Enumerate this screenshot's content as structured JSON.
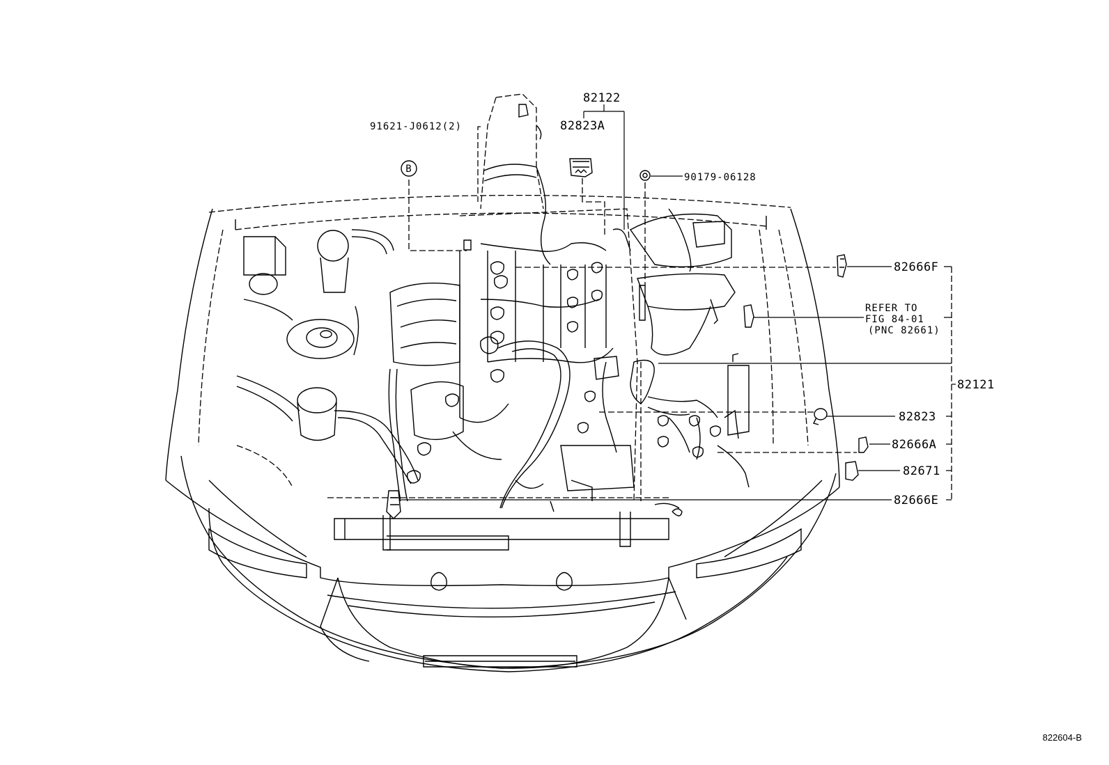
{
  "callouts": {
    "p82122": "82122",
    "p82823A": "82823A",
    "p91621": "91621-J0612(2)",
    "pB": "B",
    "p90179": "90179-06128",
    "p82666F": "82666F",
    "refer1": "REFER TO",
    "refer2": "FIG 84-01",
    "refer3": "(PNC 82661)",
    "p82121": "82121",
    "p82823": "82823",
    "p82666A": "82666A",
    "p82671": "82671",
    "p82666E": "82666E",
    "figure_id": "822604-B"
  }
}
